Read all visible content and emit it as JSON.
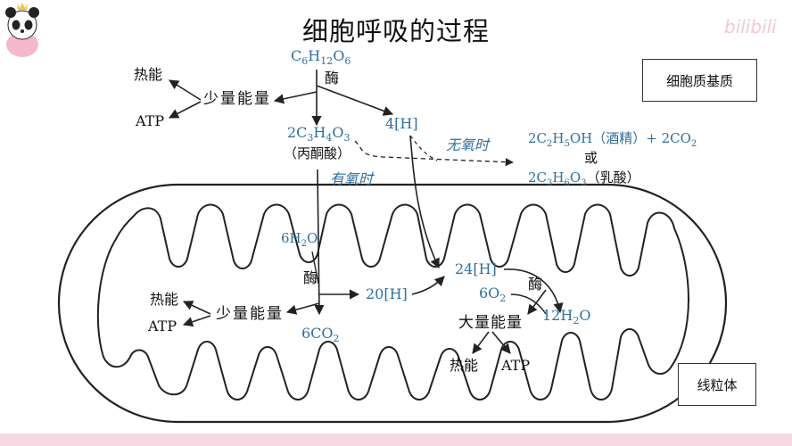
{
  "title": "细胞呼吸的过程",
  "boxes": {
    "cytoplasm": "细胞质基质",
    "mitochondrion": "线粒体"
  },
  "cytoplasm_stage": {
    "glucose": {
      "base": "C",
      "s1": "6",
      "m1": "H",
      "s2": "12",
      "m2": "O",
      "s3": "6"
    },
    "enzyme": "酶",
    "small_energy": "少量能量",
    "heat": "热能",
    "atp": "ATP",
    "pyruvate": {
      "base": "2C",
      "s1": "3",
      "m1": "H",
      "s2": "4",
      "m2": "O",
      "s3": "3"
    },
    "pyruvate_name": "（丙酮酸）",
    "nadh": "4[H]",
    "anaerobic_label": "无氧时",
    "aerobic_label": "有氧时",
    "ethanol": {
      "p1": "2C",
      "s1": "2",
      "m1": "H",
      "s2": "5",
      "m2": "OH（酒精）+ 2CO",
      "s3": "2"
    },
    "or": "或",
    "lactic": {
      "base": "2C",
      "s1": "3",
      "m1": "H",
      "s2": "6",
      "m2": "O",
      "s3": "3",
      "tail": "（乳酸）"
    }
  },
  "mito_stage": {
    "water_in": {
      "base": "6H",
      "s1": "2",
      "m1": "O"
    },
    "enzyme": "酶",
    "nadh20": "20[H]",
    "co2": {
      "base": "6CO",
      "s1": "2"
    },
    "small_energy": "少量能量",
    "heat": "热能",
    "atp": "ATP",
    "nadh24": "24[H]",
    "oxygen": {
      "base": "6O",
      "s1": "2"
    },
    "enzyme2": "酶",
    "water_out": {
      "base": "12H",
      "s1": "2",
      "m1": "O"
    },
    "large_energy": "大量能量",
    "heat2": "热能",
    "atp2": "ATP"
  },
  "watermark": "bilibili",
  "colors": {
    "formula_blue": "#2f6f9e",
    "ink": "#111111",
    "band": "#f7d9e4"
  }
}
